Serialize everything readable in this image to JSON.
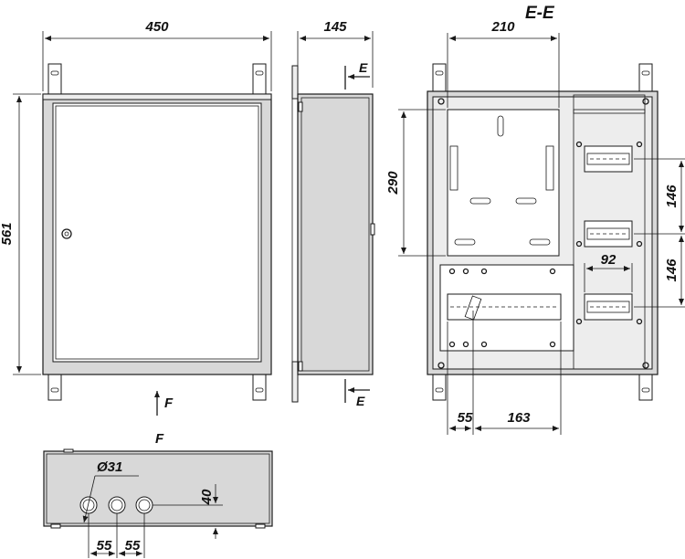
{
  "front_view": {
    "width_label": "450",
    "height_label": "561",
    "view_arrow_label": "F"
  },
  "side_view": {
    "depth_label": "145",
    "section_mark_top": "E",
    "section_mark_bottom": "E"
  },
  "section_view": {
    "title": "E-E",
    "top_width_label": "210",
    "panel_height_label": "290",
    "rail_spacing_top_label": "146",
    "rail_spacing_bottom_label": "146",
    "rail_width_label": "92",
    "bottom_offset_label": "55",
    "bottom_width_label": "163"
  },
  "bottom_view": {
    "title": "F",
    "hole_diameter_label": "Ø31",
    "hole_height_label": "40",
    "hole_spacing_1_label": "55",
    "hole_spacing_2_label": "55"
  },
  "colors": {
    "line": "#1a1a1a",
    "body_fill": "#d8d8d8",
    "light_fill": "#ededed"
  }
}
